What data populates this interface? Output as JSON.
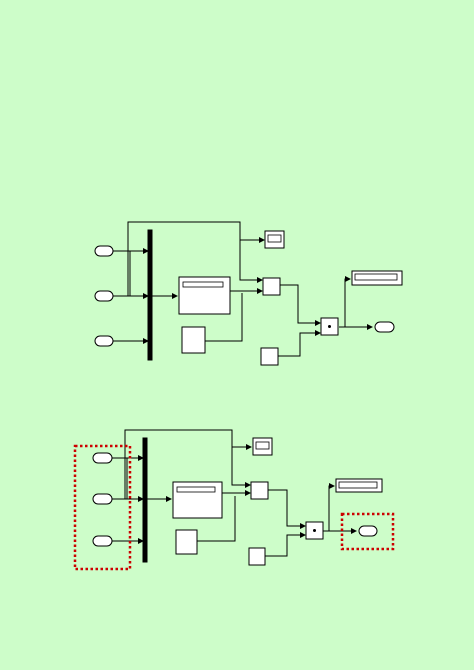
{
  "diagram": {
    "background": "#cdfdc9",
    "line_color": "#000000",
    "block_fill": "#ffffff",
    "highlight_color": "#cc0000",
    "product_symbol": "•"
  },
  "panels": [
    {
      "name": "top-model",
      "highlighted": false,
      "blocks": [
        "inport-1",
        "inport-2",
        "inport-3",
        "bus-creator",
        "scope",
        "subsystem",
        "constant-block",
        "sum-block",
        "gain-block",
        "product-block",
        "display-block",
        "outport-1"
      ]
    },
    {
      "name": "bottom-model",
      "highlighted": true,
      "highlight_targets": [
        "inports",
        "outport"
      ],
      "blocks": [
        "inport-1",
        "inport-2",
        "inport-3",
        "bus-creator",
        "scope",
        "subsystem",
        "constant-block",
        "sum-block",
        "gain-block",
        "product-block",
        "display-block",
        "outport-1"
      ]
    }
  ]
}
